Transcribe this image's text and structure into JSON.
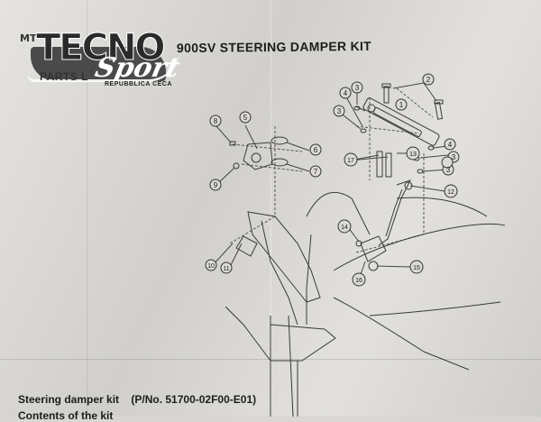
{
  "logo": {
    "prefix": "MT",
    "main": "TECNO",
    "script": "Sport",
    "tagline": "REPUBBLICA CECA"
  },
  "document": {
    "title": "900SV STEERING DAMPER KIT",
    "subheading": "PARTS L"
  },
  "callouts": {
    "c1": "1",
    "c2": "2",
    "c3a": "3",
    "c3b": "3",
    "c3c": "3",
    "c3d": "3",
    "c4a": "4",
    "c4b": "4",
    "c5": "5",
    "c6": "6",
    "c7": "7",
    "c8": "8",
    "c9": "9",
    "c10": "10",
    "c11": "11",
    "c12": "12",
    "c13": "13",
    "c14": "14",
    "c15": "15",
    "c16": "16",
    "c17": "17"
  },
  "footer": {
    "kit_label": "Steering damper kit",
    "part_number": "(P/No. 51700-02F00-E01)",
    "contents": "Contents of the kit"
  }
}
